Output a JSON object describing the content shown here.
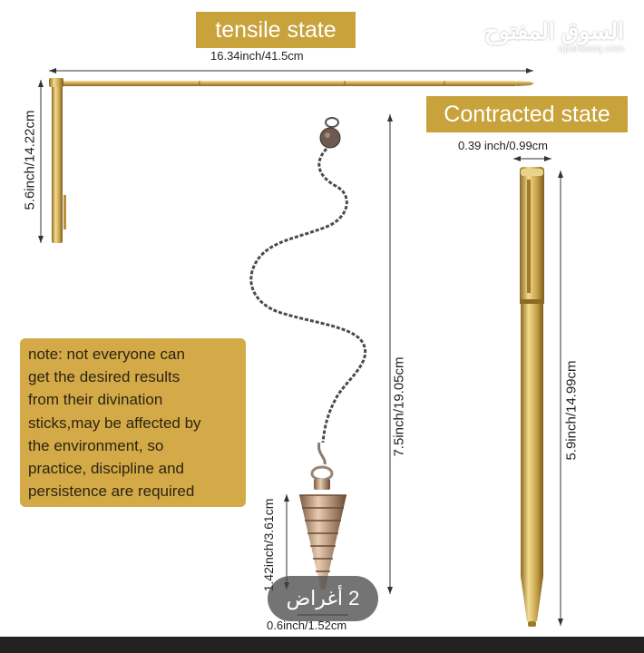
{
  "labels": {
    "tensile": "tensile state",
    "contracted": "Contracted state"
  },
  "dimensions": {
    "length_top": "16.34inch/41.5cm",
    "height_left": "5.6inch/14.22cm",
    "pen_width": "0.39 inch/0.99cm",
    "pen_length": "5.9inch/14.99cm",
    "pendulum_length": "7.5inch/19.05cm",
    "weight_height": "1.42inch/3.61cm",
    "weight_width": "0.6inch/1.52cm"
  },
  "note_lines": [
    "note: not everyone can",
    "get the desired results",
    "from their divination",
    "sticks,may be affected by",
    "the environment, so",
    "practice, discipline and",
    "persistence are required"
  ],
  "watermark": {
    "arabic": "السوق المفتوح",
    "latin": "opensooq.com"
  },
  "badge": {
    "text": "2 أغراض"
  },
  "colors": {
    "gold": "#c8a23a",
    "note_bg": "#d4aa48"
  }
}
